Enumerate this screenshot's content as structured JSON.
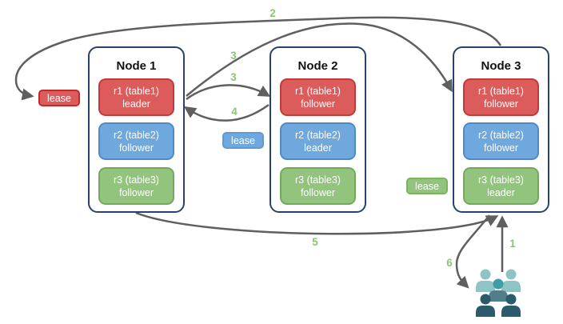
{
  "nodes": [
    {
      "title": "Node 1",
      "replicas": [
        {
          "name": "r1 (table1)",
          "role": "leader",
          "color": "red"
        },
        {
          "name": "r2 (table2)",
          "role": "follower",
          "color": "blue"
        },
        {
          "name": "r3 (table3)",
          "role": "follower",
          "color": "green"
        }
      ]
    },
    {
      "title": "Node 2",
      "replicas": [
        {
          "name": "r1 (table1)",
          "role": "follower",
          "color": "red"
        },
        {
          "name": "r2 (table2)",
          "role": "leader",
          "color": "blue"
        },
        {
          "name": "r3 (table3)",
          "role": "follower",
          "color": "green"
        }
      ]
    },
    {
      "title": "Node 3",
      "replicas": [
        {
          "name": "r1 (table1)",
          "role": "follower",
          "color": "red"
        },
        {
          "name": "r2 (table2)",
          "role": "follower",
          "color": "blue"
        },
        {
          "name": "r3 (table3)",
          "role": "leader",
          "color": "green"
        }
      ]
    }
  ],
  "leases": [
    {
      "label": "lease",
      "color": "red"
    },
    {
      "label": "lease",
      "color": "blue"
    },
    {
      "label": "lease",
      "color": "green"
    }
  ],
  "steps": {
    "s1": "1",
    "s2": "2",
    "s3a": "3",
    "s3b": "3",
    "s4": "4",
    "s5": "5",
    "s6": "6"
  },
  "icons": {
    "users": "users-group-icon"
  },
  "colors": {
    "replica_red_fill": "#DC5C5C",
    "replica_red_border": "#C33A3A",
    "replica_blue_fill": "#6FA8DC",
    "replica_blue_border": "#5089C9",
    "replica_green_fill": "#93C47D",
    "replica_green_border": "#74A95A",
    "red_lease_border": "#CA2727",
    "node_border": "#26436B",
    "arrow": "#5F5F5F",
    "step_label": "#8CC474",
    "users_light": "#8FC4C4",
    "users_mid_head": "#3F9DA8",
    "users_mid_body": "#517E8D",
    "users_dark": "#2B5B6B"
  }
}
